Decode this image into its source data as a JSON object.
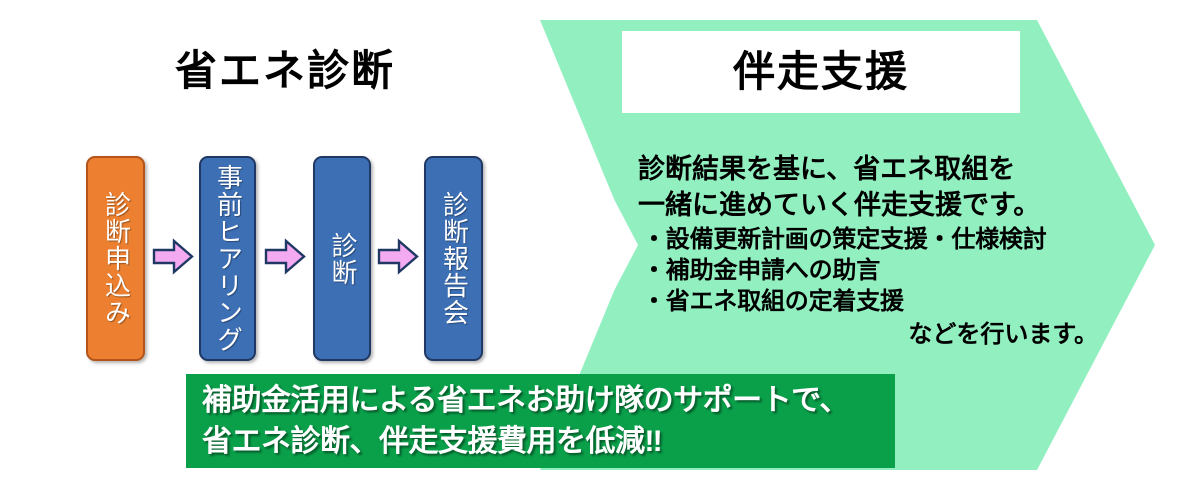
{
  "diagram": {
    "left_panel": {
      "title": "省エネ診断",
      "shape_color": "#fbd0ce",
      "steps": [
        {
          "label": "診断申込み",
          "color": "#ec8030",
          "border": "#b4541a",
          "kind": "accent"
        },
        {
          "label": "事前ヒアリング",
          "color": "#3d6fb5",
          "border": "#1f3864",
          "kind": "primary"
        },
        {
          "label": "診断",
          "color": "#3d6fb5",
          "border": "#1f3864",
          "kind": "primary"
        },
        {
          "label": "診断報告会",
          "color": "#3d6fb5",
          "border": "#1f3864",
          "kind": "primary"
        }
      ],
      "arrow_icon_name": "right-arrow-icon",
      "arrow_fill": "#f4aaf0",
      "arrow_stroke": "#1f3864"
    },
    "right_panel": {
      "title": "伴走支援",
      "shape_color": "#92f0c0",
      "lead_lines": [
        "診断結果を基に、省エネ取組を",
        "一緒に進めていく伴走支援です。"
      ],
      "bullets": [
        "・設備更新計画の策定支援・仕様検討",
        "・補助金申請への助言",
        "・省エネ取組の定着支援"
      ],
      "closing": "などを行います。"
    },
    "benefit_banner": {
      "background": "#0aa04a",
      "text_color": "#ffffff",
      "lines": [
        "補助金活用による省エネお助け隊のサポートで、",
        "省エネ診断、伴走支援費用を低減‼"
      ]
    }
  }
}
